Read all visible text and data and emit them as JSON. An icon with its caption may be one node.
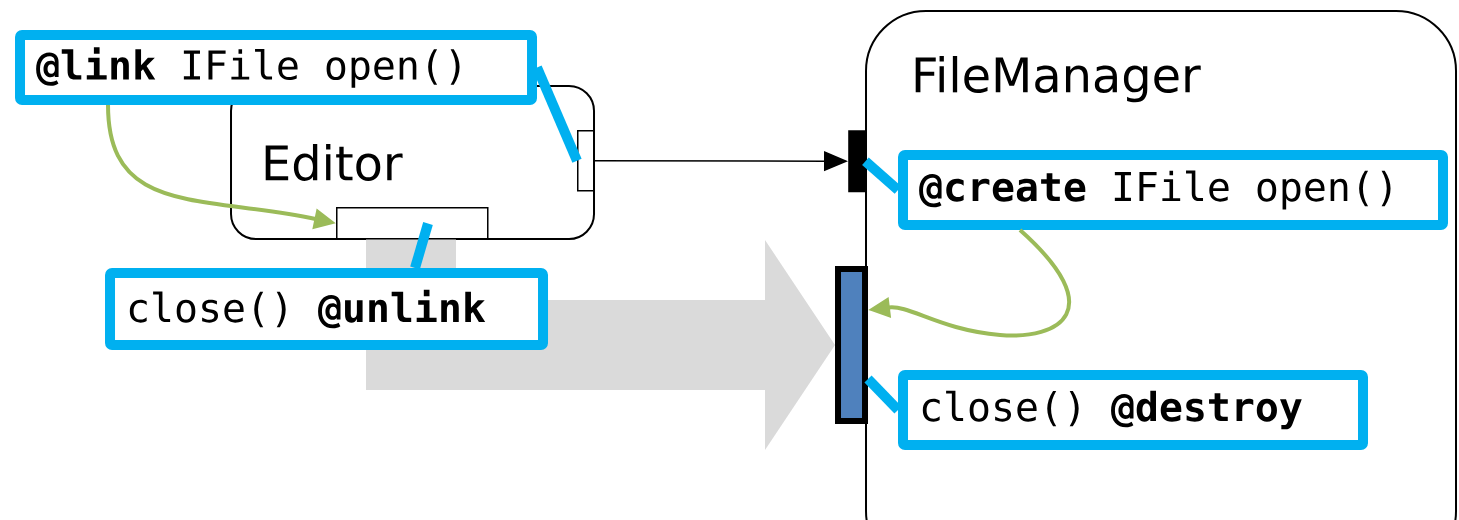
{
  "diagram": {
    "nodes": [
      {
        "text": [
          "Editor"
        ]
      },
      {
        "text": [],
        "shape": "box",
        "in": 0
      },
      {
        "text": [],
        "shape": "box",
        "in": 0
      },
      {
        "text": [
          "FileManager"
        ]
      },
      {
        "text": [],
        "shape": "bar"
      },
      {
        "text": [],
        "shape": "bar"
      },
      {
        "text": [
          "**@link** IFile open()"
        ]
      },
      {
        "text": [
          "close() **@unlink**"
        ]
      },
      {
        "text": [
          "**@create** IFile open()"
        ],
        "in": 3
      },
      {
        "text": [
          "close() **@destroy**"
        ],
        "in": 3
      }
    ],
    "edges": [
      {
        "from": 1,
        "to": 4,
        "arrow": "to",
        "color": "#000000"
      },
      {
        "from": 2,
        "to": 5,
        "arrow": "to",
        "style": "thick",
        "color": "#dadada"
      },
      {
        "from": 6,
        "to": 2,
        "arrow": "to",
        "color": "#9bbb59"
      },
      {
        "from": 8,
        "to": 5,
        "arrow": "to",
        "color": "#9bbb59"
      },
      {
        "from": 6,
        "to": 1,
        "arrow": "none"
      },
      {
        "from": 7,
        "to": 2,
        "arrow": "none"
      },
      {
        "from": 8,
        "to": 4,
        "arrow": "none"
      },
      {
        "from": 9,
        "to": 5,
        "arrow": "none"
      }
    ]
  }
}
